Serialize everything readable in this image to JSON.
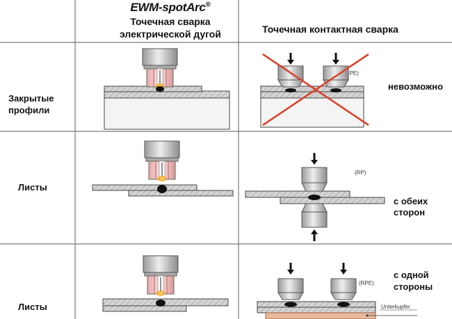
{
  "header": {
    "brand": "EWM-spotArc",
    "brand_mark": "®",
    "col1_line1": "Точечная сварка",
    "col1_line2": "электрической дугой",
    "col2": "Точечная контактная сварка"
  },
  "rows": [
    {
      "label_line1": "Закрытые",
      "label_line2": "профили",
      "note": "невозможно",
      "tag": "(RPE)"
    },
    {
      "label": "Листы",
      "note_line1": "с обеих",
      "note_line2": "сторон",
      "tag": "(RP)"
    },
    {
      "label": "Листы",
      "note_line1": "с одной",
      "note_line2": "стороны",
      "tag": "(RPE)",
      "backing": "Unterkupfer"
    }
  ],
  "colors": {
    "grid": "#7a7a7a",
    "sheet_fill": "#d0d0d0",
    "electrode_fill": "#cfcfcf",
    "nozzle_fill": "#f2c9c9",
    "arc_glow": "#f5a623",
    "cross": "#d9432b",
    "backing": "#e8b89c"
  }
}
